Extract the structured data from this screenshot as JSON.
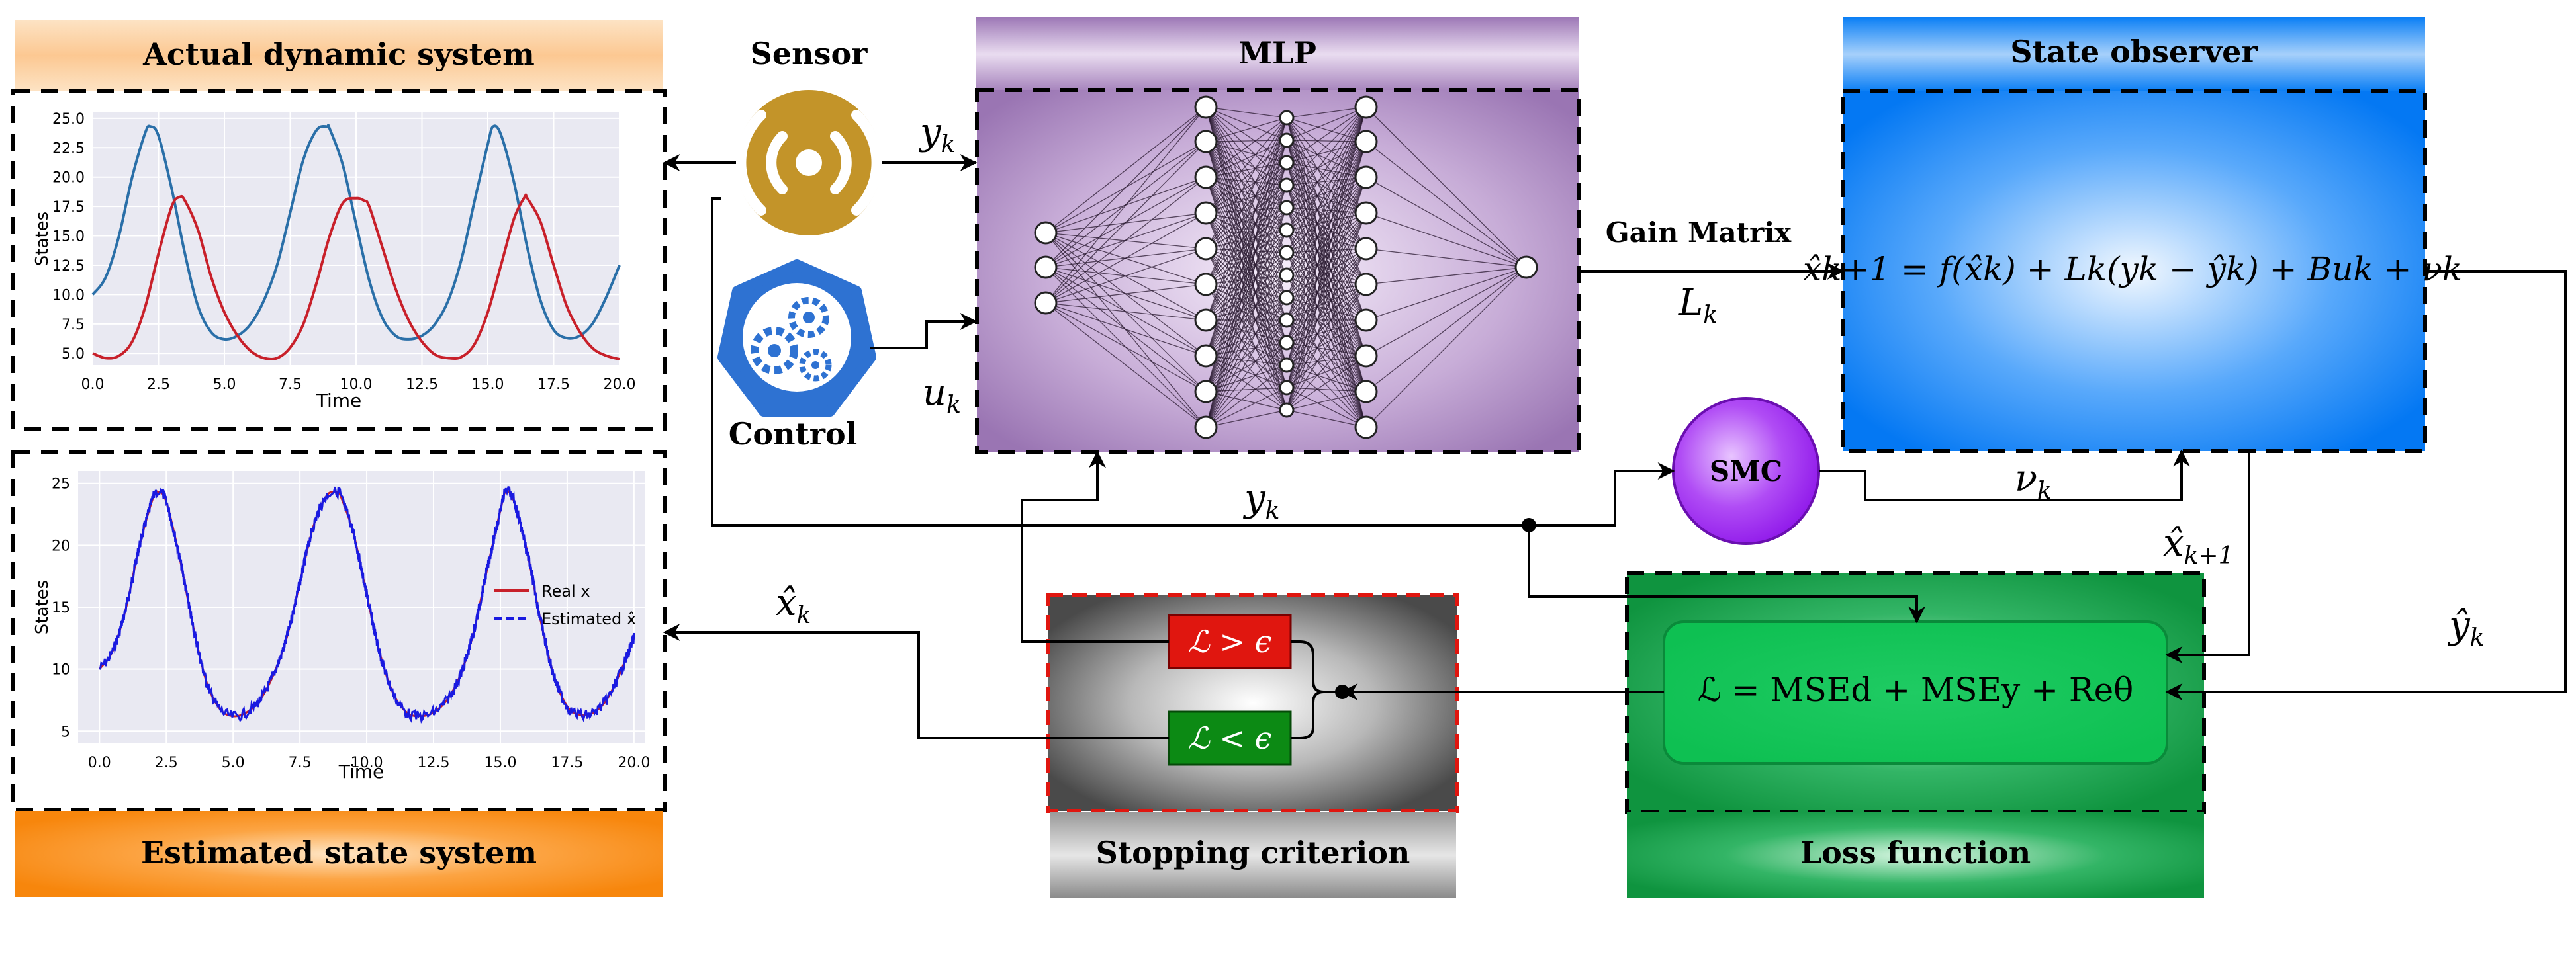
{
  "headers": {
    "actual": "Actual dynamic system",
    "estimated": "Estimated state system",
    "mlp": "MLP",
    "observer": "State observer",
    "stopping": "Stopping criterion",
    "loss": "Loss function"
  },
  "labels": {
    "sensor": "Sensor",
    "control": "Control",
    "gain_matrix": "Gain Matrix",
    "smc": "SMC"
  },
  "math": {
    "yk": "y",
    "uk": "u",
    "Lk": "L",
    "nuk": "ν",
    "xhatk": "x̂",
    "xhatk1": "x̂",
    "yhatk": "ŷ",
    "sub_k": "k",
    "sub_k1": "k+1",
    "observer_eq": "x̂k+1 = f(x̂k) + Lk(yk − ŷk) + Buk + νk",
    "loss_eq": "ℒ = MSEd + MSEy + Reθ",
    "crit_gt": "ℒ > ϵ",
    "crit_lt": "ℒ < ϵ"
  },
  "colors": {
    "actual_header": "#fcc99a",
    "estimated_header": "#fb8a12",
    "mlp_box": "#a07bb8",
    "observer_box": "#0a80f5",
    "loss_box": "#13a04a",
    "stop_box": "#8a8a8a",
    "smc": "#9a1cf0",
    "sensor": "#c39429",
    "control": "#2e72d2",
    "crit_red": "#e0160f",
    "crit_green": "#0c8a14",
    "blue_line": "#2a6fa8",
    "red_line": "#c8202a"
  },
  "chart_data": [
    {
      "type": "line",
      "xlabel": "Time",
      "ylabel": "States",
      "xlim": [
        0,
        20
      ],
      "ylim": [
        4,
        25.5
      ],
      "xticks": [
        "0.0",
        "2.5",
        "5.0",
        "7.5",
        "10.0",
        "12.5",
        "15.0",
        "17.5",
        "20.0"
      ],
      "yticks": [
        "5.0",
        "7.5",
        "10.0",
        "12.5",
        "15.0",
        "17.5",
        "20.0",
        "22.5",
        "25.0"
      ],
      "grid": true,
      "series": [
        {
          "color": "blue",
          "x": [
            0,
            0.5,
            1.0,
            1.5,
            2.0,
            2.2,
            2.5,
            3.0,
            3.5,
            4.0,
            4.5,
            5.0,
            5.5,
            6.0,
            6.5,
            7.0,
            7.5,
            8.0,
            8.5,
            8.9,
            9.0,
            9.5,
            10.0,
            10.5,
            11.0,
            11.5,
            12.0,
            12.5,
            13.0,
            13.5,
            14.0,
            14.5,
            15.0,
            15.2,
            15.5,
            16.0,
            16.5,
            17.0,
            17.5,
            18.0,
            18.5,
            19.0,
            19.5,
            20.0
          ],
          "y": [
            10,
            11.5,
            15,
            20,
            23.8,
            24.3,
            23.5,
            19,
            13.5,
            9,
            6.8,
            6.2,
            6.5,
            7.5,
            9.5,
            12.5,
            17,
            21.5,
            24,
            24.3,
            24.1,
            21,
            16,
            11.2,
            8,
            6.5,
            6.2,
            6.5,
            7.5,
            9.5,
            13,
            18,
            22.8,
            24.3,
            23.6,
            19.5,
            14,
            9.5,
            7,
            6.3,
            6.5,
            7.6,
            9.8,
            12.5
          ]
        },
        {
          "color": "red",
          "x": [
            0,
            0.5,
            1.0,
            1.5,
            2.0,
            2.5,
            3.0,
            3.3,
            3.5,
            4.0,
            4.5,
            5.0,
            5.5,
            6.0,
            6.5,
            7.0,
            7.5,
            8.0,
            8.5,
            9.0,
            9.5,
            10.0,
            10.3,
            10.5,
            11.0,
            11.5,
            12.0,
            12.5,
            13.0,
            13.5,
            14.0,
            14.5,
            15.0,
            15.5,
            16.0,
            16.4,
            16.5,
            17.0,
            17.5,
            18.0,
            18.5,
            19.0,
            19.5,
            20.0
          ],
          "y": [
            5.0,
            4.6,
            4.8,
            6.0,
            9.0,
            13.5,
            17.5,
            18.3,
            18.0,
            15.5,
            11.5,
            8.5,
            6.5,
            5.2,
            4.6,
            4.6,
            5.5,
            7.5,
            11,
            15,
            17.8,
            18.2,
            18.0,
            17.5,
            14,
            10.5,
            7.8,
            6.0,
            4.9,
            4.6,
            4.7,
            5.8,
            8.5,
            12.5,
            16.5,
            18.3,
            18.2,
            16.2,
            12.5,
            9.0,
            6.8,
            5.4,
            4.8,
            4.5
          ]
        }
      ]
    },
    {
      "type": "line",
      "xlabel": "Time",
      "ylabel": "States",
      "xlim": [
        -0.8,
        20.4
      ],
      "ylim": [
        4,
        26
      ],
      "xticks": [
        "0.0",
        "2.5",
        "5.0",
        "7.5",
        "10.0",
        "12.5",
        "15.0",
        "17.5",
        "20.0"
      ],
      "yticks": [
        "5",
        "10",
        "15",
        "20",
        "25"
      ],
      "grid": true,
      "legend": "right",
      "series": [
        {
          "name": "Real x",
          "color": "red",
          "x": [
            0,
            0.5,
            1.0,
            1.5,
            2.0,
            2.2,
            2.5,
            3.0,
            3.5,
            4.0,
            4.5,
            5.0,
            5.5,
            6.0,
            6.5,
            7.0,
            7.5,
            8.0,
            8.5,
            8.9,
            9.0,
            9.5,
            10.0,
            10.5,
            11.0,
            11.5,
            12.0,
            12.5,
            13.0,
            13.5,
            14.0,
            14.5,
            15.0,
            15.2,
            15.5,
            16.0,
            16.5,
            17.0,
            17.5,
            18.0,
            18.5,
            19.0,
            19.5,
            20.0
          ],
          "y": [
            10,
            11.5,
            15,
            20,
            23.8,
            24.3,
            23.5,
            19,
            13.5,
            9,
            6.8,
            6.2,
            6.5,
            7.5,
            9.5,
            12.5,
            17,
            21.5,
            24,
            24.3,
            24.1,
            21,
            16,
            11.2,
            8,
            6.5,
            6.2,
            6.5,
            7.5,
            9.5,
            13,
            18,
            22.8,
            24.3,
            23.6,
            19.5,
            14,
            9.5,
            7,
            6.3,
            6.5,
            7.6,
            9.8,
            12.5
          ]
        },
        {
          "name": "Estimated x̂",
          "color": "blue",
          "style": "dashed",
          "x": [
            0,
            0.5,
            1.0,
            1.5,
            2.0,
            2.2,
            2.5,
            3.0,
            3.5,
            4.0,
            4.5,
            5.0,
            5.5,
            6.0,
            6.5,
            7.0,
            7.5,
            8.0,
            8.5,
            8.9,
            9.0,
            9.5,
            10.0,
            10.5,
            11.0,
            11.5,
            12.0,
            12.5,
            13.0,
            13.5,
            14.0,
            14.5,
            15.0,
            15.2,
            15.5,
            16.0,
            16.5,
            17.0,
            17.5,
            18.0,
            18.5,
            19.0,
            19.5,
            20.0
          ],
          "y": [
            10,
            11.5,
            15,
            20,
            23.8,
            24.3,
            23.5,
            19,
            13.5,
            9,
            6.8,
            6.2,
            6.5,
            7.5,
            9.5,
            12.5,
            17,
            21.5,
            24,
            24.3,
            24.1,
            21,
            16,
            11.2,
            8,
            6.5,
            6.2,
            6.5,
            7.5,
            9.5,
            13,
            18,
            22.8,
            24.3,
            23.6,
            19.5,
            14,
            9.5,
            7,
            6.3,
            6.5,
            7.6,
            9.8,
            12.5
          ]
        }
      ]
    }
  ]
}
